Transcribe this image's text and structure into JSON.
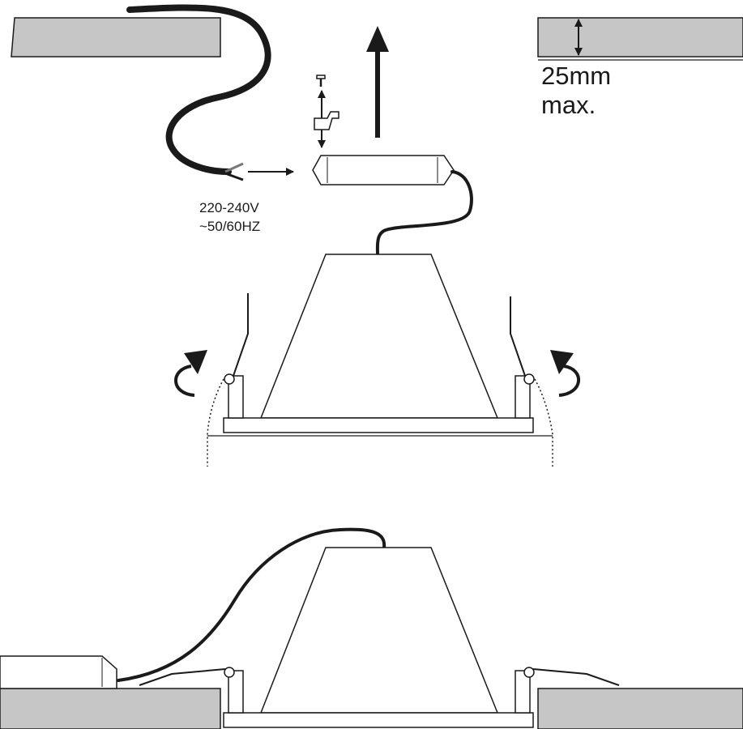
{
  "power_label_line1": "220-240V",
  "power_label_line2": "~50/60HZ",
  "thickness_value": "25",
  "thickness_unit": "mm",
  "thickness_suffix": "max.",
  "colors": {
    "ceiling": "#c6c6c6",
    "line": "#1a1a1a",
    "cable": "#1a1a1a",
    "wire_grey": "#777777"
  },
  "icons": [
    "screw-icon",
    "mounting-clip-icon",
    "arrow-up-icon",
    "arrow-right-icon",
    "rotate-arrow-icon",
    "double-arrow-icon"
  ]
}
